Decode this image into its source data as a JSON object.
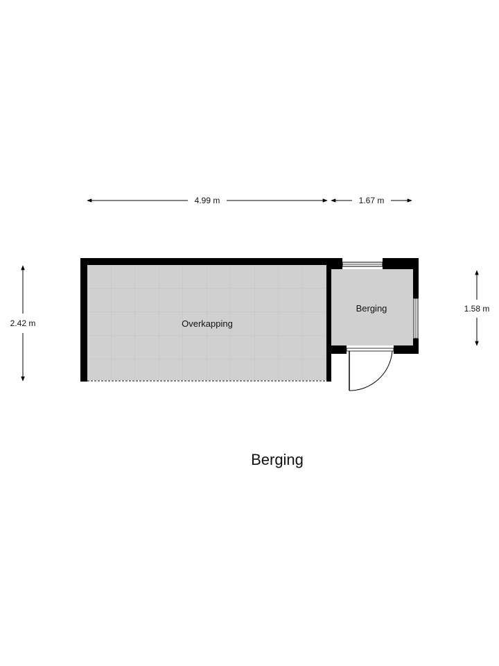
{
  "plan_title": "Berging",
  "rooms": {
    "overkapping": {
      "label": "Overkapping"
    },
    "berging": {
      "label": "Berging"
    }
  },
  "dimensions": {
    "width_overkapping": "4.99 m",
    "width_berging": "1.67 m",
    "height_overkapping": "2.42 m",
    "height_berging": "1.58 m"
  },
  "colors": {
    "wall": "#000000",
    "floor": "#cfcfcf",
    "tile_line": "#c2c2c2",
    "background": "#ffffff"
  }
}
